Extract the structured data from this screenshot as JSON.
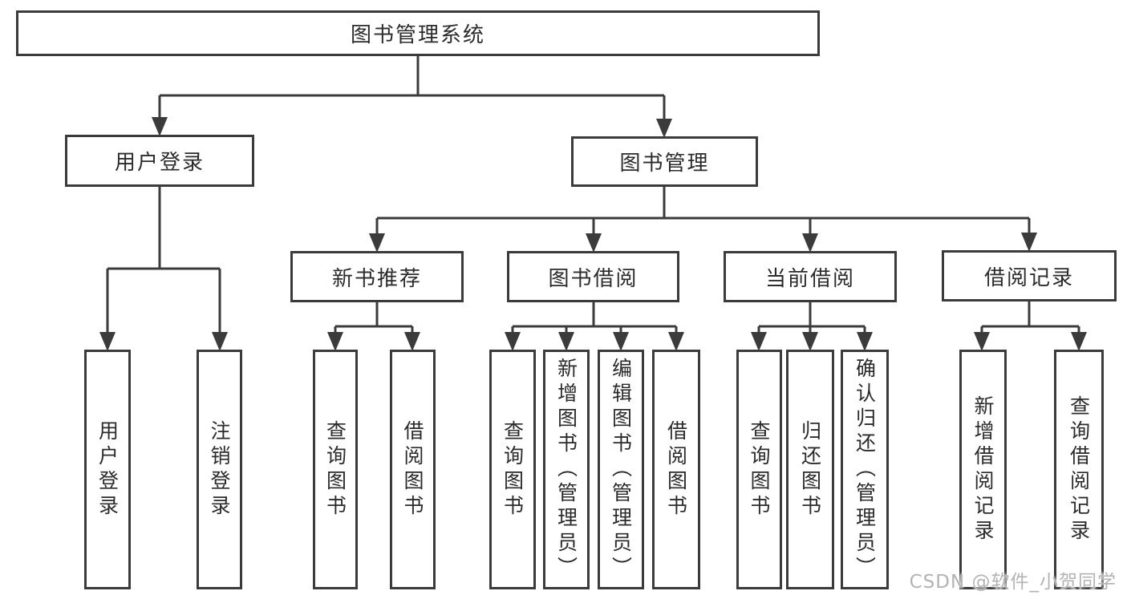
{
  "tree": {
    "label": "图书管理系统",
    "children": [
      {
        "label": "用户登录",
        "children": [
          {
            "label": "用户登录"
          },
          {
            "label": "注销登录"
          }
        ]
      },
      {
        "label": "图书管理",
        "children": [
          {
            "label": "新书推荐",
            "children": [
              {
                "label": "查询图书"
              },
              {
                "label": "借阅图书"
              }
            ]
          },
          {
            "label": "图书借阅",
            "children": [
              {
                "label": "查询图书"
              },
              {
                "label": "新增图书（管理员）"
              },
              {
                "label": "编辑图书（管理员）"
              },
              {
                "label": "借阅图书"
              }
            ]
          },
          {
            "label": "当前借阅",
            "children": [
              {
                "label": "查询图书"
              },
              {
                "label": "归还图书"
              },
              {
                "label": "确认归还（管理员）"
              }
            ]
          },
          {
            "label": "借阅记录",
            "children": [
              {
                "label": "新增借阅记录"
              },
              {
                "label": "查询借阅记录"
              }
            ]
          }
        ]
      }
    ]
  },
  "watermark": {
    "text": "CSDN @软件_小贺同学"
  },
  "colors": {
    "line": "#3b3b3b",
    "text": "#2b2b2b",
    "background": "#ffffff",
    "watermark": "#b3b3b3"
  }
}
